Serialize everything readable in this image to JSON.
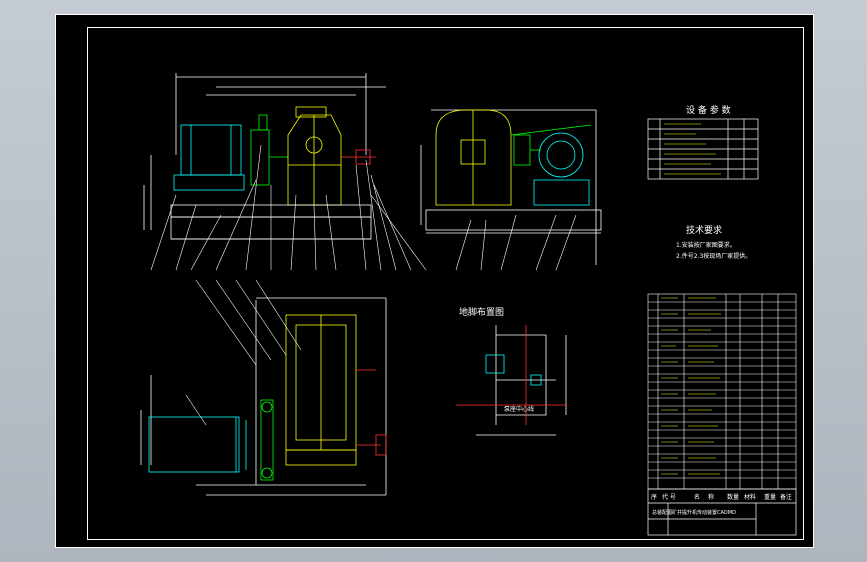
{
  "headings": {
    "equipment_params": "设 备 参 数",
    "tech_requirements": "技术要求",
    "foundation_layout": "地脚布置图",
    "foundation_center": "泵座中心线"
  },
  "tech_requirements": {
    "items": [
      "1.安装按厂家图要求。",
      "2.件号2.3按现场厂家提供。"
    ]
  },
  "title_block": {
    "name_cell": "总装配图",
    "drawing_title": "矿井提升机传动装置CADMD",
    "header_labels": [
      "序",
      "代 号",
      "名",
      "称",
      "数量",
      "材料",
      "重量",
      "备注"
    ]
  },
  "colors": {
    "background": "#000000",
    "line_white": "#ffffff",
    "line_cyan": "#00ffff",
    "line_yellow": "#ffff00",
    "line_green": "#00ff00",
    "line_red": "#ff3030",
    "line_magenta": "#ff40ff",
    "viewport": "#b8bec6"
  }
}
